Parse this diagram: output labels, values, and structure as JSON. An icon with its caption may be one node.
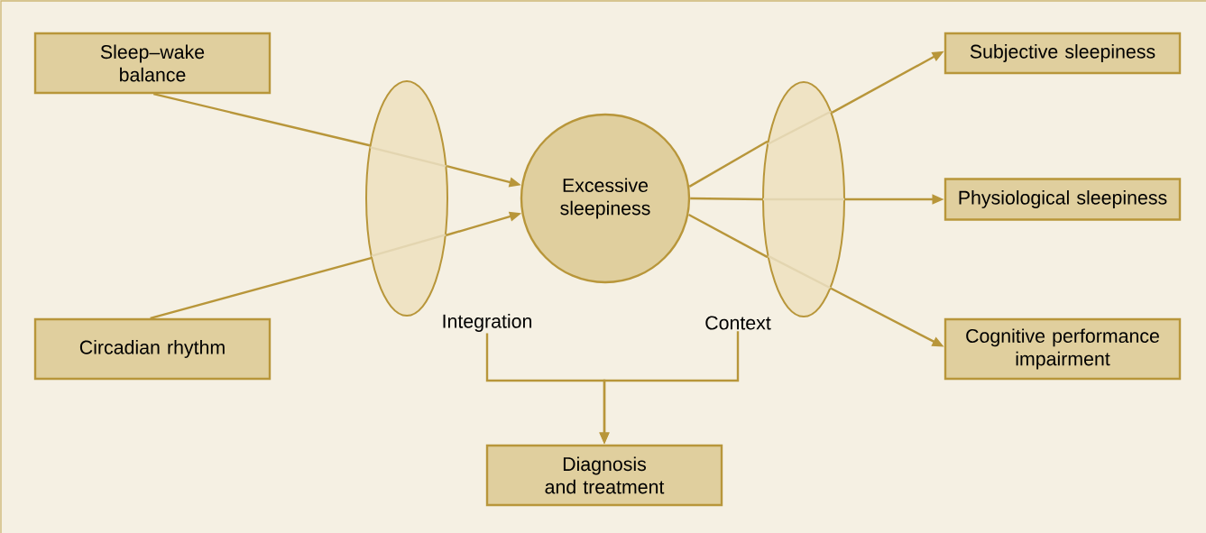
{
  "diagram": {
    "nodes": [
      {
        "text": [
          "Sleep–wake balance"
        ]
      },
      {
        "text": [
          "Circadian rhythm"
        ]
      },
      {
        "text": [],
        "shape": "ellipse"
      },
      {
        "text": [
          "Excessive sleepiness"
        ]
      },
      {
        "text": [],
        "shape": "ellipse"
      },
      {
        "text": [
          "Subjective sleepiness"
        ]
      },
      {
        "text": [
          "Physiological sleepiness"
        ]
      },
      {
        "text": [
          "Cognitive performance impairment"
        ]
      },
      {
        "text": [
          "Integration"
        ]
      },
      {
        "text": [
          "Context"
        ]
      },
      {
        "text": [
          "Diagnosis and treatment"
        ]
      }
    ],
    "edges": [
      {
        "from": 0,
        "to": 2,
        "arrow": "none"
      },
      {
        "from": 2,
        "to": 3,
        "arrow": "to"
      },
      {
        "from": 1,
        "to": 2,
        "arrow": "none"
      },
      {
        "from": 2,
        "to": 3,
        "arrow": "to"
      },
      {
        "from": 3,
        "to": 4,
        "arrow": "none"
      },
      {
        "from": 4,
        "to": 5,
        "arrow": "to"
      },
      {
        "from": 3,
        "to": 4,
        "arrow": "none"
      },
      {
        "from": 4,
        "to": 6,
        "arrow": "to"
      },
      {
        "from": 3,
        "to": 4,
        "arrow": "none"
      },
      {
        "from": 4,
        "to": 7,
        "arrow": "to"
      },
      {
        "from": 8,
        "to": 10,
        "arrow": "to"
      },
      {
        "from": 9,
        "to": 10,
        "arrow": "to"
      }
    ]
  }
}
